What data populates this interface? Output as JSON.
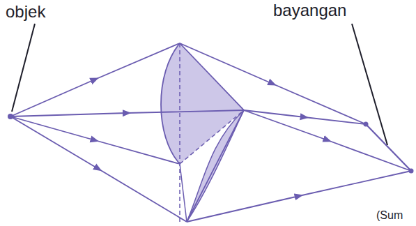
{
  "diagram": {
    "labels": [
      "objek",
      "bayangan",
      "(Sum"
    ]
  }
}
